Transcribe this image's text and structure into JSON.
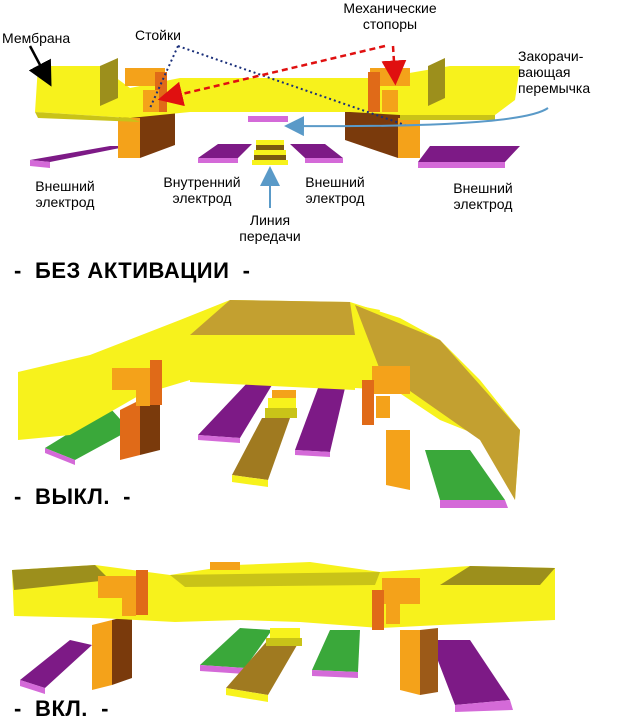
{
  "labels": {
    "membrane": "Мембрана",
    "posts": "Стойки",
    "mech_stoppers": "Механические\nстопоры",
    "shorting_bridge": "Закорачи-\nвающая\nперемычка",
    "outer_left": "Внешний\nэлектрод",
    "inner": "Внутренний\nэлектрод",
    "outer_mid": "Внешний\nэлектрод",
    "outer_right": "Внешний\nэлектрод",
    "line": "Линия\nпередачи"
  },
  "states": {
    "no_activation": "-  БЕЗ АКТИВАЦИИ  -",
    "off": "-  ВЫКЛ.  -",
    "on": "-  ВКЛ.  -"
  },
  "colors": {
    "yellow": "#f7f21c",
    "yellow_side": "#c9c318",
    "olive": "#9c8f1c",
    "orange": "#f4a21a",
    "brown": "#7a3a0c",
    "purple": "#7d1a86",
    "magenta": "#d46ad8",
    "green": "#3aa83a",
    "red": "#e01010",
    "navy": "#1a2f7a",
    "blue": "#5a9ac8"
  }
}
